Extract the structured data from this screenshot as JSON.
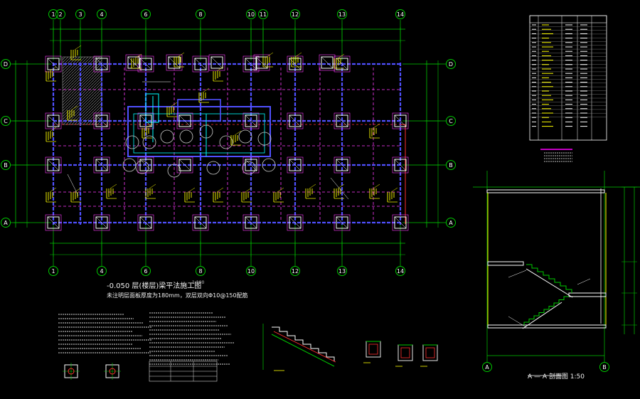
{
  "plan": {
    "title": "-0.050 层(楼层)梁平法施工图",
    "note": "未注明层面板厚度为180mm，双层双向Φ10@150配筋",
    "scale": "1:100",
    "grid_top": [
      "1",
      "2",
      "3",
      "4",
      "6",
      "8",
      "10",
      "11",
      "12",
      "13",
      "14"
    ],
    "grid_bottom": [
      "1",
      "4",
      "6",
      "8",
      "10",
      "12",
      "13",
      "14"
    ],
    "grid_rows": [
      "D",
      "C",
      "B",
      "A"
    ]
  },
  "section": {
    "title": "A — A 剖面图  1:50",
    "axis_labels": [
      "A",
      "B"
    ]
  },
  "colors": {
    "background": "#000000",
    "grid": "#00c800",
    "beam": "#5050ff",
    "beam_dashed": "#ff3cff",
    "column": "#ffffff",
    "rebar": "#ffff00",
    "pipe": "#00ffff",
    "magenta": "#ff00ff",
    "red": "#ff3030"
  }
}
